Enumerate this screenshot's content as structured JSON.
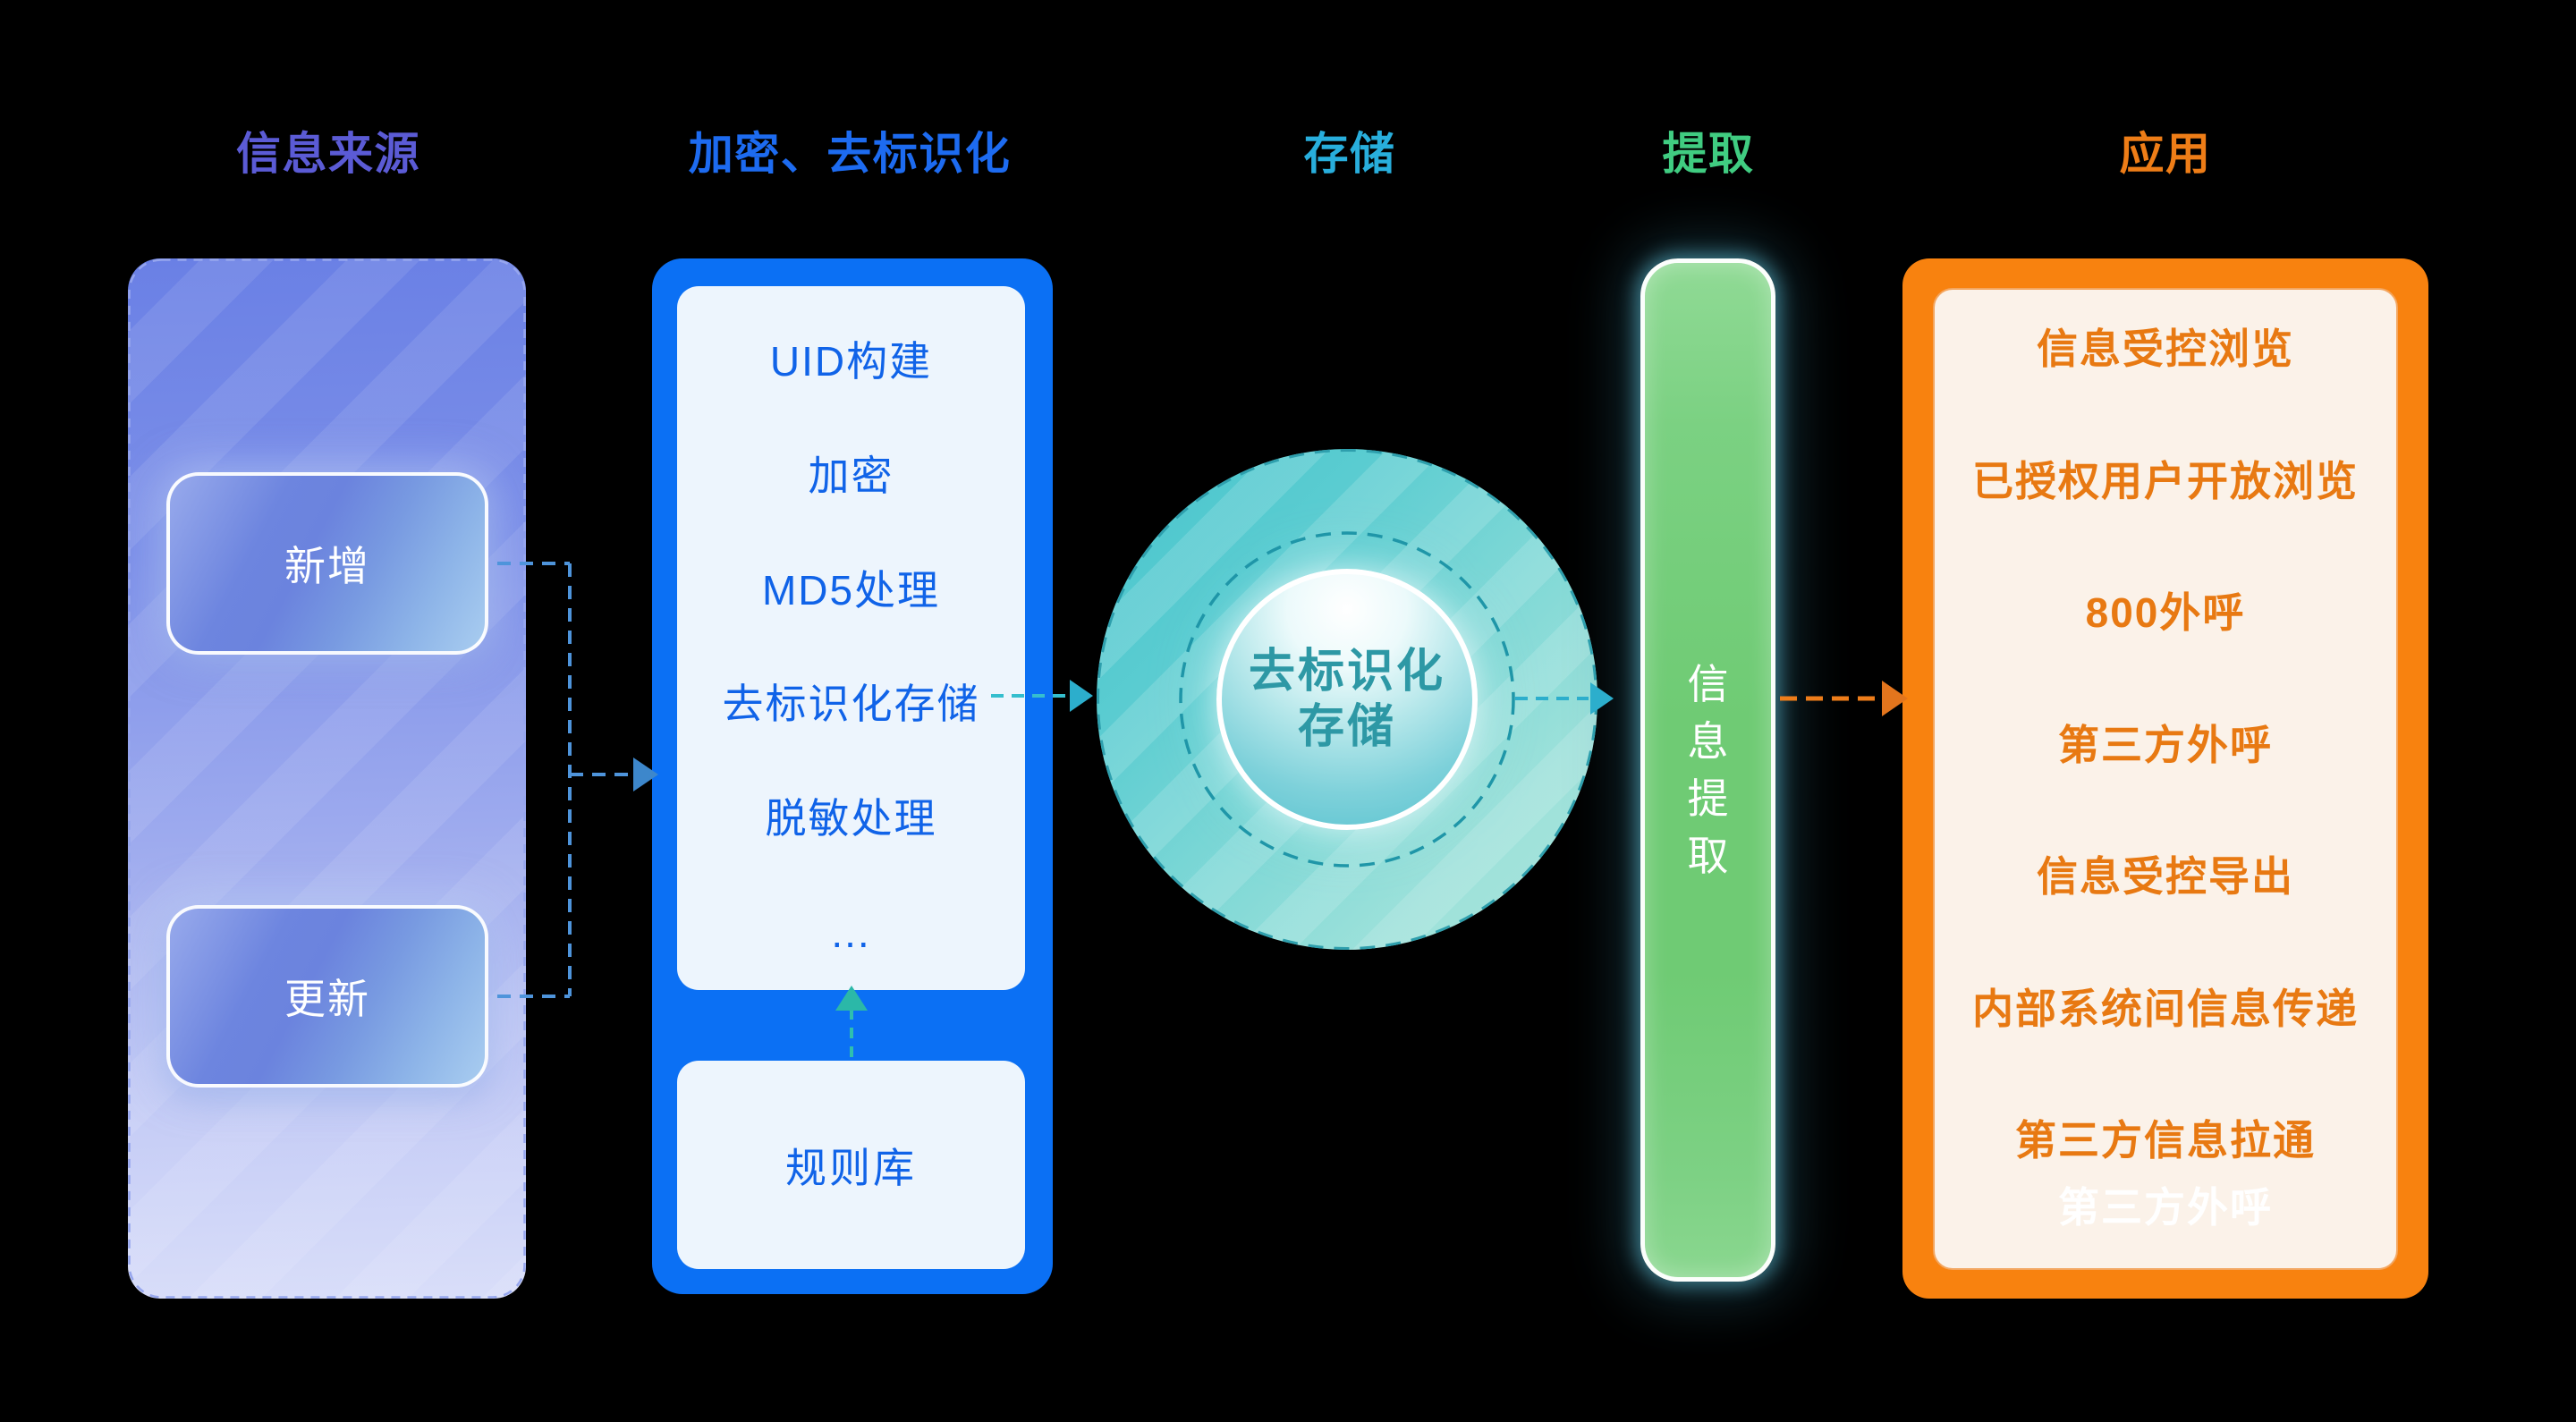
{
  "columns": {
    "source": {
      "header": "信息来源",
      "header_color": "#5B5BD5",
      "boxes": [
        {
          "label": "新增"
        },
        {
          "label": "更新"
        }
      ]
    },
    "encrypt": {
      "header": "加密、去标识化",
      "header_color": "#1D6BF0",
      "steps": [
        "UID构建",
        "加密",
        "MD5处理",
        "去标识化存储",
        "脱敏处理",
        "..."
      ],
      "rule_box": "规则库"
    },
    "storage": {
      "header": "存储",
      "header_color": "#28AEDC",
      "circle_label_line1": "去标识化",
      "circle_label_line2": "存储"
    },
    "extract": {
      "header": "提取",
      "header_color": "#40CC81",
      "bar_label": "信息提取"
    },
    "apply": {
      "header": "应用",
      "header_color": "#EE7D17",
      "items": [
        "信息受控浏览",
        "已授权用户开放浏览",
        "800外呼",
        "第三方外呼",
        "信息受控导出",
        "内部系统间信息传递",
        "第三方信息拉通"
      ],
      "ghost_item": "第三方外呼"
    }
  },
  "colors": {
    "background": "#000000",
    "encrypt_panel_blue": "#0B70F4",
    "encrypt_text_blue": "#1063E8",
    "apply_border_orange": "#F8820F",
    "apply_text_orange": "#E87912",
    "apply_inner_cream": "#FBF2E9",
    "extract_bar_green": "#6FCB74",
    "storage_circle_teal": "#49C5CC",
    "storage_core_text": "#2D98A5",
    "connector_blue": "#4E94DB",
    "connector_cyan": "#35BECE",
    "connector_teal_green": "#2FBFAE",
    "connector_orange": "#EE7D1A"
  }
}
